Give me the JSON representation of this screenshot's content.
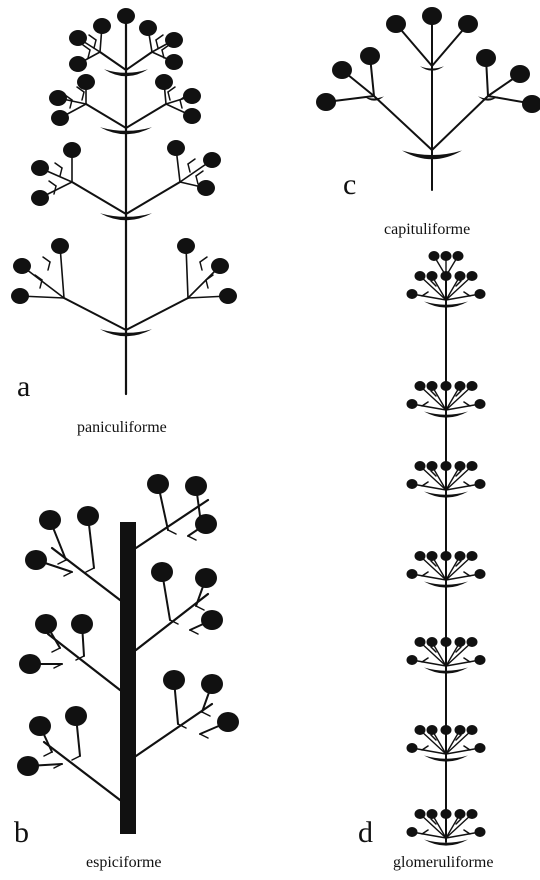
{
  "panels": {
    "a": {
      "letter": "a",
      "caption": "paniculiforme"
    },
    "b": {
      "letter": "b",
      "caption": "espiciforme"
    },
    "c": {
      "letter": "c",
      "caption": "capituliforme"
    },
    "d": {
      "letter": "d",
      "caption": "glomeruliforme"
    }
  },
  "colors": {
    "ink": "#111111",
    "background": "#ffffff"
  }
}
